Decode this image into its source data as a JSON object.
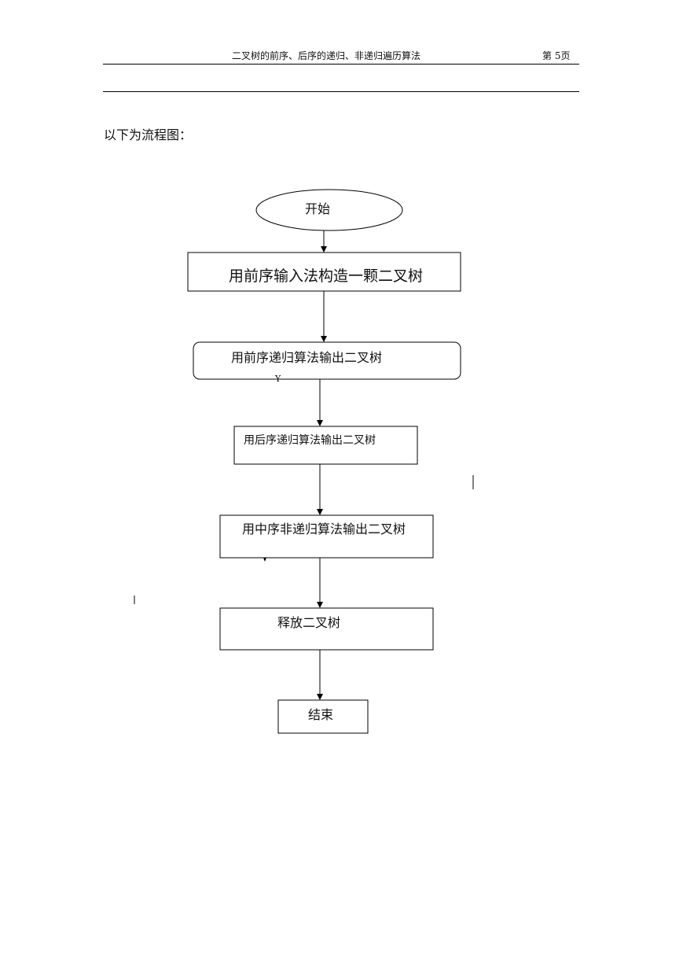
{
  "header": {
    "title": "二叉树的前序、后序的递归、非递归遍历算法",
    "page": "第 5页"
  },
  "intro": "以下为流程图：",
  "flow": {
    "start": "开始",
    "step1": "用前序输入法构造一颗二叉树",
    "step2": "用前序递归算法输出二叉树",
    "step3": "用后序递归算法输出二叉树",
    "step4": "用中序非递归算法输出二叉树",
    "step5": "释放二叉树",
    "end": "结束"
  }
}
